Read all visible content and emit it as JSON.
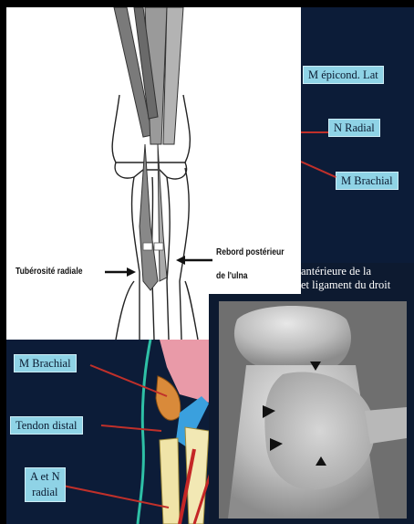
{
  "drawing": {
    "labels": {
      "tuberosity": "Tubérosité radiale",
      "rim_line1": "Rebord postérieur",
      "rim_line2": "de l'ulna"
    }
  },
  "slide_top": {
    "labels": {
      "epicond": "M épicond. Lat",
      "radial": "N Radial",
      "brachial": "M Brachial"
    }
  },
  "caption_strip": {
    "line1": "antérieure de la",
    "line2": "et ligament du droit"
  },
  "slide_bottom": {
    "labels": {
      "brachial": "M Brachial",
      "tendon": "Tendon distal",
      "artery_line1": "A et N",
      "artery_line2": "radial"
    }
  },
  "colors": {
    "slide_bg": "#0c1c38",
    "label_box": "#8fd3e6",
    "leader_line": "#c0302a"
  }
}
